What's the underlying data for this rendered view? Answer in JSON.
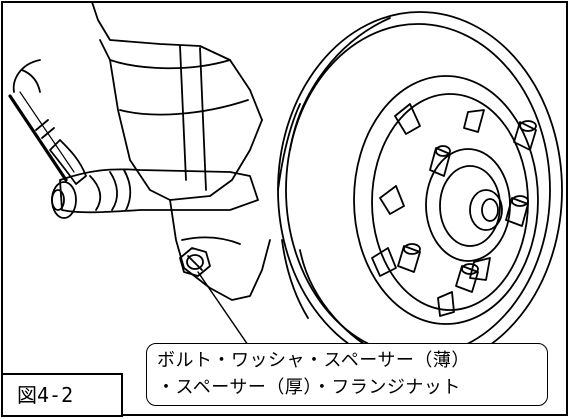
{
  "figure_label": "図4-2",
  "callout": {
    "line1": "ボルト・ワッシャ・スペーサー（薄）",
    "line2": "・スペーサー（厚）・フランジナット"
  }
}
